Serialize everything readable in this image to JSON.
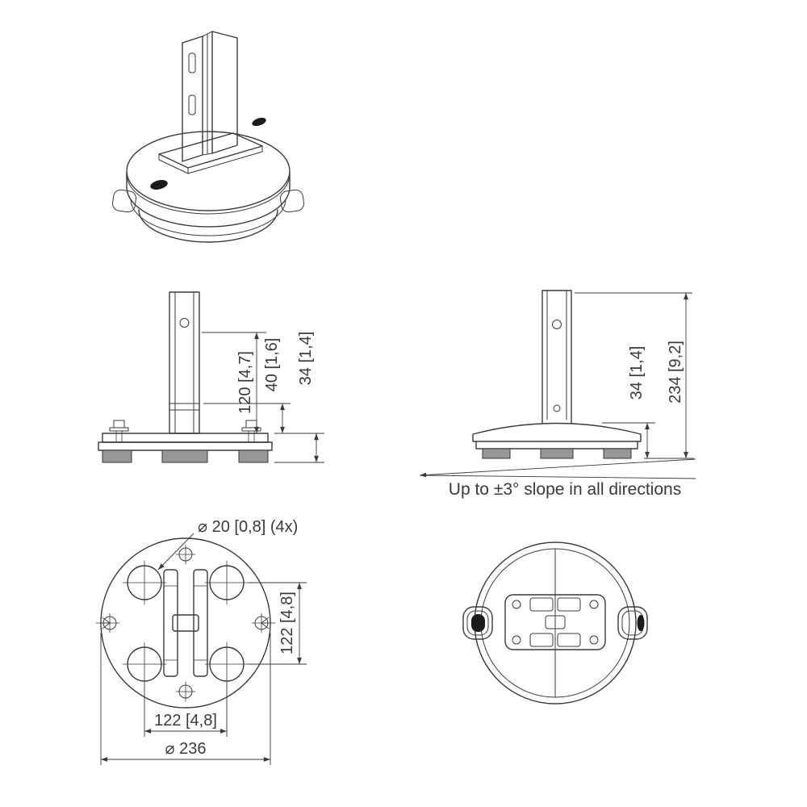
{
  "colors": {
    "line": "#3a3a3a",
    "pad_gray": "#979797",
    "logo_black": "#1b1b1b",
    "background": "#ffffff"
  },
  "front_view": {
    "dim_120": "120 [4,7]",
    "dim_40": "40 [1,6]",
    "dim_34": "34 [1,4]"
  },
  "side_view": {
    "dim_34": "34 [1,4]",
    "dim_234": "234 [9,2]",
    "slope_note": "Up to ±3° slope in all directions"
  },
  "plan_view": {
    "hole_callout": "⌀ 20 [0,8]  (4x)",
    "dim_122_vertical": "122 [4,8]",
    "dim_122_horizontal": "122 [4,8]",
    "dim_236": "⌀ 236"
  }
}
